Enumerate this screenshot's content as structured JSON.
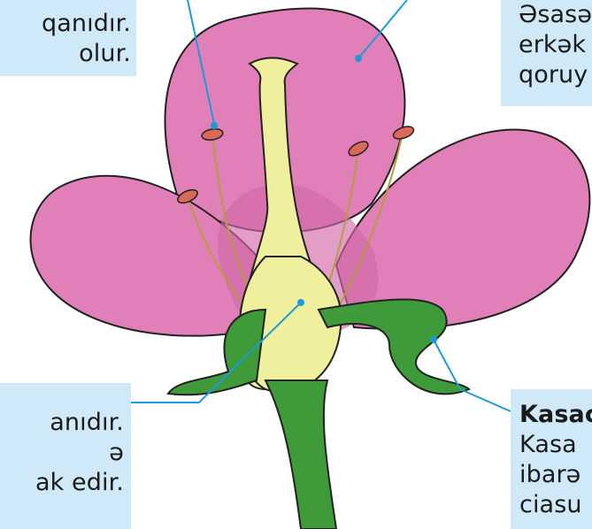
{
  "captions": {
    "top_left": {
      "lines": [
        "qanıdır.",
        "olur."
      ]
    },
    "top_right": {
      "lines": [
        "Əsasə",
        "erkək",
        "qoruy"
      ]
    },
    "bottom_left": {
      "lines": [
        "anıdır.",
        "ə",
        "ak edir."
      ]
    },
    "bottom_right": {
      "title": "Kasac",
      "lines": [
        "Kasa",
        "ibarə",
        "ciasu"
      ]
    }
  },
  "colors": {
    "caption_bg": "#cfe9f9",
    "leader_line": "#1e9bd7",
    "petal": "#e07fb8",
    "petal_inner": "#d36aa8",
    "pistil": "#f0ef9e",
    "sepal": "#3f9b3a",
    "stamen_tip": "#d96a5a"
  }
}
